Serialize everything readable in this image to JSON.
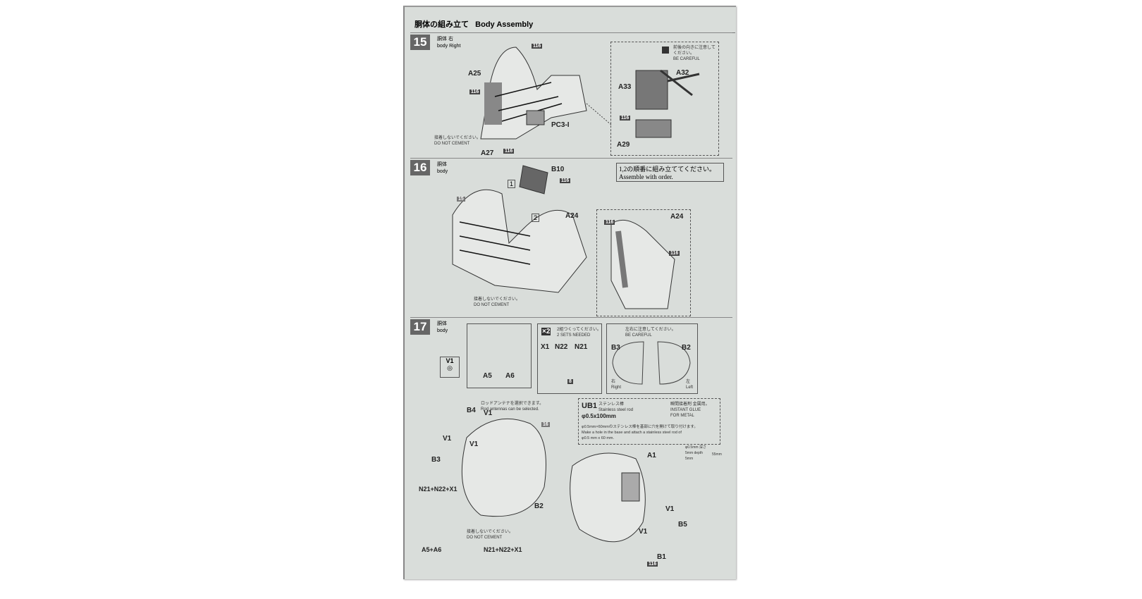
{
  "header": {
    "title_jp": "胴体の組み立て",
    "title_en": "Body Assembly"
  },
  "step15": {
    "number": "15",
    "sub_jp": "胴体 右",
    "sub_en": "body Right",
    "parts": [
      "A25",
      "A27",
      "PC3-I",
      "A33",
      "A32",
      "A29"
    ],
    "paint": "116",
    "careful_jp": "前後の向きに注意してください。",
    "careful_en": "BE CAREFUL",
    "no_cement_jp": "接着しないでください。",
    "no_cement_en": "DO NOT CEMENT"
  },
  "step16": {
    "number": "16",
    "sub_jp": "胴体",
    "sub_en": "body",
    "ref": "15",
    "parts": [
      "B10",
      "A24",
      "A24"
    ],
    "paint": "116",
    "order1": "1",
    "order2": "2",
    "order_jp": "1,2の順番に組み立ててください。",
    "order_en": "Assemble with order.",
    "no_cement_jp": "接着しないでください。",
    "no_cement_en": "DO NOT CEMENT"
  },
  "step17": {
    "number": "17",
    "sub_jp": "胴体",
    "sub_en": "body",
    "ref": "16",
    "v1": "V1",
    "a5": "A5",
    "a6": "A6",
    "sets_mult": "×2",
    "sets_jp": "2組つくってください。",
    "sets_en": "2 SETS NEEDED",
    "x1": "X1",
    "n22": "N22",
    "n21": "N21",
    "paint8": "8",
    "careful_jp": "左右に注意してください。",
    "careful_en": "BE CAREFUL",
    "b3": "B3",
    "b2": "B2",
    "right_jp": "右",
    "right_en": "Right",
    "left_jp": "左",
    "left_en": "Left",
    "antenna_jp": "ロッドアンテナを選択できます。",
    "antenna_en": "Rod antennas can be selected.",
    "ub1": "UB1",
    "ub1_jp": "ステンレス棒",
    "ub1_en": "Stainless steel rod",
    "ub1_size": "φ0.5x100mm",
    "glue_jp": "瞬間接着剤 金属用。",
    "glue_en1": "INSTANT GLUE",
    "glue_en2": "FOR METAL",
    "hole_jp": "φ0.5mm×60mmのステンレス棒を基部に穴を開けて取り付けます。",
    "hole_en1": "Make a hole in the base and attach a stainless steel rod of",
    "hole_en2": "φ0.5 mm x 60 mm.",
    "drill_note": "φ0.5mm 深さ5mm depth 5mm",
    "len_note": "55mm",
    "labels": {
      "b4": "B4",
      "v1a": "V1",
      "v1b": "V1",
      "v1c": "V1",
      "b3": "B3",
      "nnx1": "N21+N22+X1",
      "a5a6": "A5+A6",
      "nnx2": "N21+N22+X1",
      "b2": "B2",
      "a1": "A1",
      "v1d": "V1",
      "v1e": "V1",
      "b5": "B5",
      "b1": "B1",
      "paint": "116"
    },
    "no_cement_jp": "接着しないでください。",
    "no_cement_en": "DO NOT CEMENT"
  }
}
